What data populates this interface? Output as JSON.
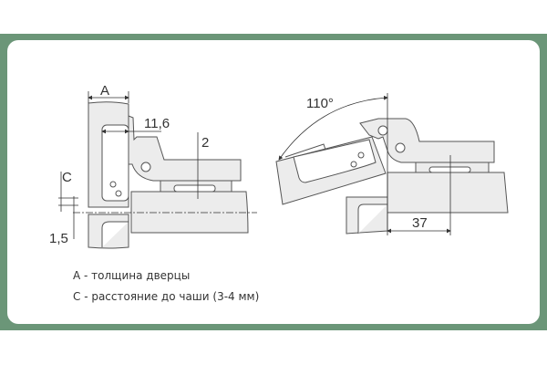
{
  "diagram": {
    "left": {
      "dim_a": "A",
      "dim_11_6": "11,6",
      "dim_2": "2",
      "dim_c": "C",
      "dim_1_5": "1,5"
    },
    "right": {
      "angle": "110°",
      "dim_37": "37"
    }
  },
  "legend": [
    "A - толщина дверцы",
    "C - расстояние до чаши (3-4 мм)"
  ],
  "colors": {
    "frame": "#6b9678",
    "card": "#ffffff"
  }
}
